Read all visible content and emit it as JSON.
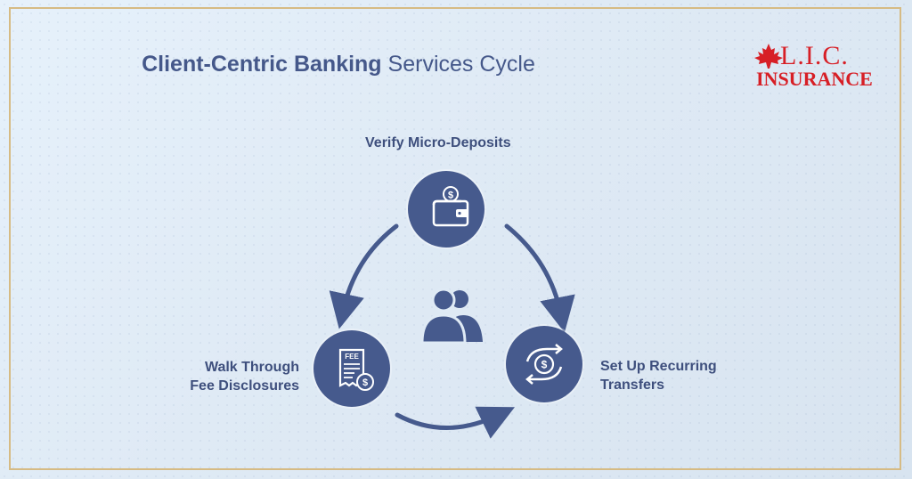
{
  "title": {
    "bold": "Client-Centric Banking",
    "light": "Services Cycle"
  },
  "logo": {
    "brand": "L.I.C.",
    "sub": "INSURANCE",
    "icon": "maple-leaf-icon"
  },
  "steps": [
    {
      "label": "Verify Micro-Deposits",
      "icon": "wallet-dollar-icon"
    },
    {
      "label_line1": "Set Up Recurring",
      "label_line2": "Transfers",
      "icon": "recurring-transfer-icon"
    },
    {
      "label_line1": "Walk Through",
      "label_line2": "Fee Disclosures",
      "icon_text": "FEE",
      "icon": "fee-receipt-icon"
    }
  ],
  "center_icon": "users-icon",
  "colors": {
    "primary": "#465a8d",
    "accent": "#d71f26",
    "frame": "#d6bb84"
  }
}
